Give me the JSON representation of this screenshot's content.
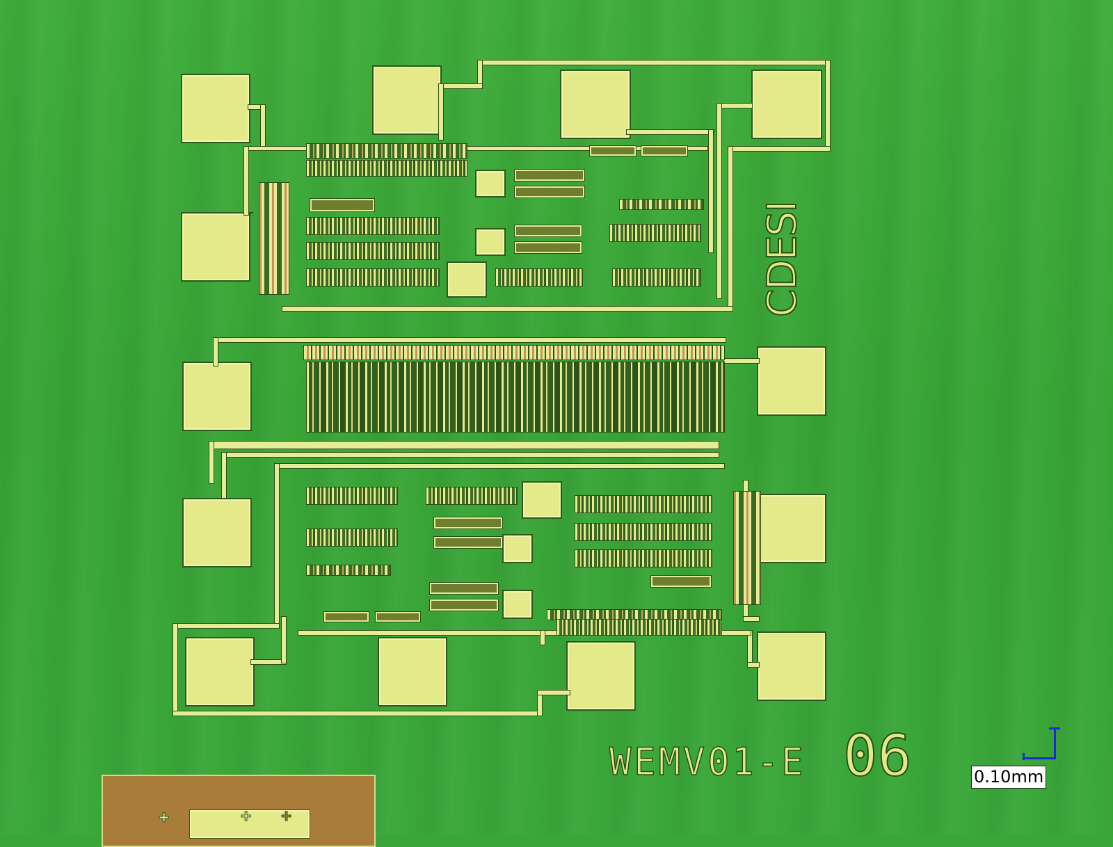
{
  "image": {
    "subject": "optical micrograph of integrated circuit die",
    "background_color": "#3aa63a",
    "metal_color": "#e4ea8a",
    "gold_region_color": "#a97d39"
  },
  "labels": {
    "chip_id": "WEMV01-E",
    "chip_number": "06",
    "logo": "CDESI"
  },
  "scale_bar": {
    "label": "0.10mm",
    "color": "#1b2ad8"
  },
  "bottom_left_marks": {
    "fiducials": [
      "+",
      "+",
      "+"
    ]
  }
}
